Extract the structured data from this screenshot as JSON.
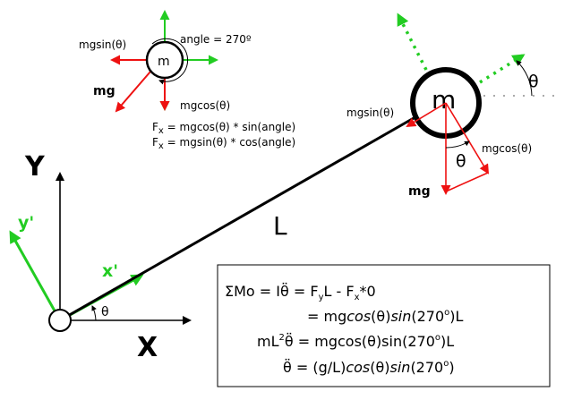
{
  "colors": {
    "force": "#ee1111",
    "axis_green": "#22cc22",
    "ink": "#000000"
  },
  "labels": {
    "axis_x": "X",
    "axis_y": "Y",
    "axis_x_prime": "x'",
    "axis_y_prime": "y'",
    "theta": "θ",
    "length": "L",
    "mass": "m",
    "mg": "mg",
    "mgsin": "mgsin(θ)",
    "mgcos": "mgcos(θ)"
  },
  "inset": {
    "angle_label": "angle = 270º",
    "mass": "m",
    "mgsin": "mgsin(θ)",
    "mg": "mg",
    "mgcos": "mgcos(θ)",
    "fx1_lhs": "F",
    "fx1_sub": "x",
    "fx1_rhs": " = mgcos(θ) * sin(angle)",
    "fx2_lhs": "F",
    "fx2_sub": "x",
    "fx2_rhs": " = mgsin(θ) * cos(angle)"
  },
  "equations": {
    "line1_a": "ΣMo = Iθ̈ = F",
    "line1_sub_y": "y",
    "line1_b": "L  - F",
    "line1_sub_x": "x",
    "line1_c": "*0",
    "line2_a": "= mg",
    "line2_cos": "cos",
    "line2_b": "(θ)",
    "line2_sin": "sin",
    "line2_c": "(270",
    "line2_deg": "o",
    "line2_d": ")L",
    "line3_a": "mL",
    "line3_sup": "2",
    "line3_b": "θ̈ = mgcos(θ)sin(270",
    "line3_deg": "o",
    "line3_c": ")L",
    "line4_a": "θ̈ = (g/L)",
    "line4_cos": "cos",
    "line4_b": "(θ)",
    "line4_sin": "sin",
    "line4_c": "(270",
    "line4_deg": "o",
    "line4_d": ")"
  }
}
